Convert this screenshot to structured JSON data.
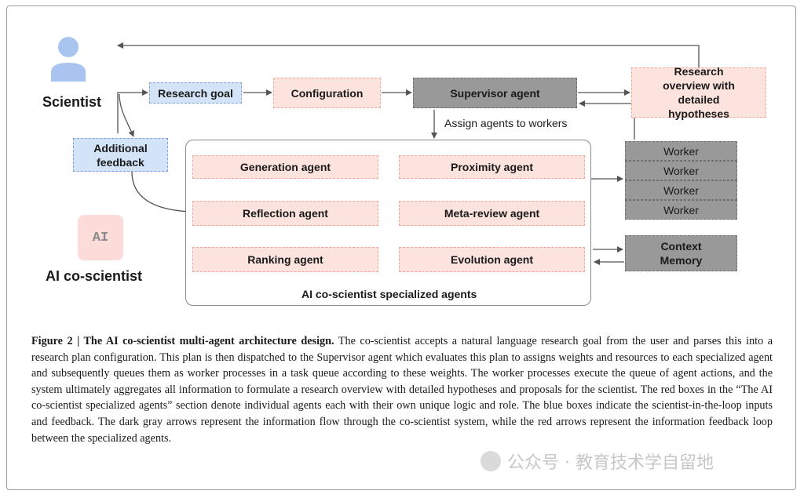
{
  "figure": {
    "actors": {
      "scientist": "Scientist",
      "ai_co_scientist": "AI co-scientist",
      "ai_badge": "AI"
    },
    "nodes": {
      "research_goal": "Research goal",
      "configuration": "Configuration",
      "supervisor_agent": "Supervisor agent",
      "research_overview": "Research overview with detailed hypotheses",
      "additional_feedback": "Additional feedback",
      "context_memory": "Context Memory"
    },
    "assign_label": "Assign agents to workers",
    "workers": [
      "Worker",
      "Worker",
      "Worker",
      "Worker"
    ],
    "agents": {
      "generation": "Generation agent",
      "proximity": "Proximity  agent",
      "reflection": "Reflection agent",
      "meta_review": "Meta-review agent",
      "ranking": "Ranking agent",
      "evolution": "Evolution agent"
    },
    "container_label": "AI co-scientist specialized agents"
  },
  "caption": {
    "label": "Figure 2 | The AI co-scientist multi-agent architecture design.",
    "text": "The co-scientist accepts a natural language research goal from the user and parses this into a research plan configuration. This plan is then dispatched to the Supervisor agent which evaluates this plan to assigns weights and resources to each specialized agent and subsequently queues them as worker processes in a task queue according to these weights. The worker processes execute the queue of agent actions, and the system ultimately aggregates all information to formulate a research overview with detailed hypotheses and proposals for the scientist. The red boxes in the “The AI co-scientist specialized agents” section denote individual agents each with their own unique logic and role. The blue boxes indicate the scientist-in-the-loop inputs and feedback. The dark gray arrows represent the information flow through the co-scientist system, while the red arrows represent the information feedback loop between the specialized agents."
  },
  "watermark": "公众号 · 教育技术学自留地",
  "colors": {
    "agent_fill": "#fce3de",
    "input_fill": "#d4e4f8",
    "system_fill": "#999999",
    "gray_arrow": "#555555",
    "red_arrow": "#e03a2e"
  }
}
